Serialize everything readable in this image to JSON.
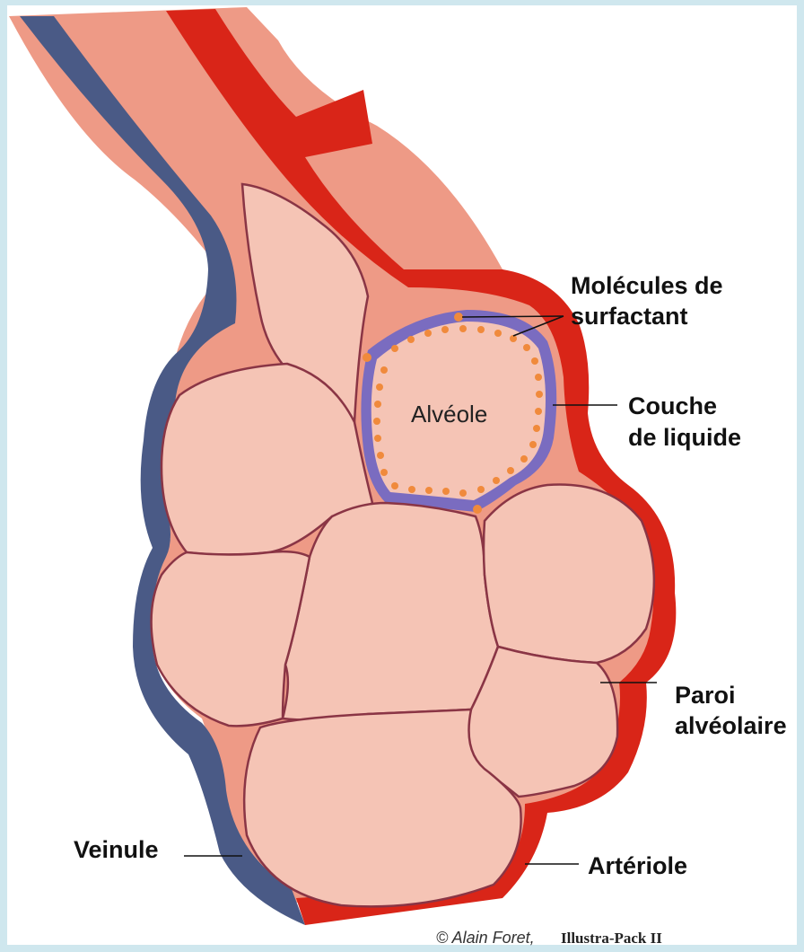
{
  "diagram": {
    "labels": {
      "surfactant_line1": "Molécules de",
      "surfactant_line2": "surfactant",
      "liquid_line1": "Couche",
      "liquid_line2": "de liquide",
      "wall_line1": "Paroi",
      "wall_line2": "alvéolaire",
      "venule": "Veinule",
      "arteriole": "Artériole",
      "alveole": "Alvéole"
    },
    "credit": {
      "copyright": "© Alain Foret,",
      "brand": "Illustra-Pack II"
    },
    "colors": {
      "artery_red": "#d92518",
      "vein_blue": "#4a5a86",
      "tissue_salmon": "#ee9a86",
      "alveolus_pink": "#f5c4b5",
      "wall_line": "#8a3545",
      "liquid_layer": "#7a6cc0",
      "surfactant_dot": "#f08a3c",
      "background": "#cfe7ee"
    }
  }
}
